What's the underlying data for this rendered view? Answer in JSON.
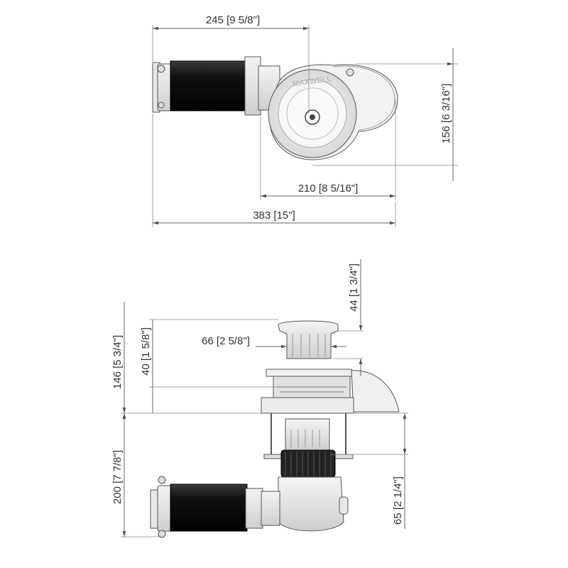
{
  "brand": "MAXWELL",
  "top_view": {
    "dim_overall_depth": "245 [9 5/8\"]",
    "dim_height": "156 [6 3/16\"]",
    "dim_gypsy_width": "210 [8 5/16\"]",
    "dim_overall_length": "383 [15\"]"
  },
  "side_view": {
    "dim_capstan_height": "44 [1 3/4\"]",
    "dim_capstan_diameter": "66 [2 5/8\"]",
    "dim_gypsy_height": "40 [1 5/8\"]",
    "dim_above_deck": "146 [5 3/4\"]",
    "dim_below_deck": "200 [7 7/8\"]",
    "dim_motor_offset": "65 [2 1/4\"]"
  }
}
